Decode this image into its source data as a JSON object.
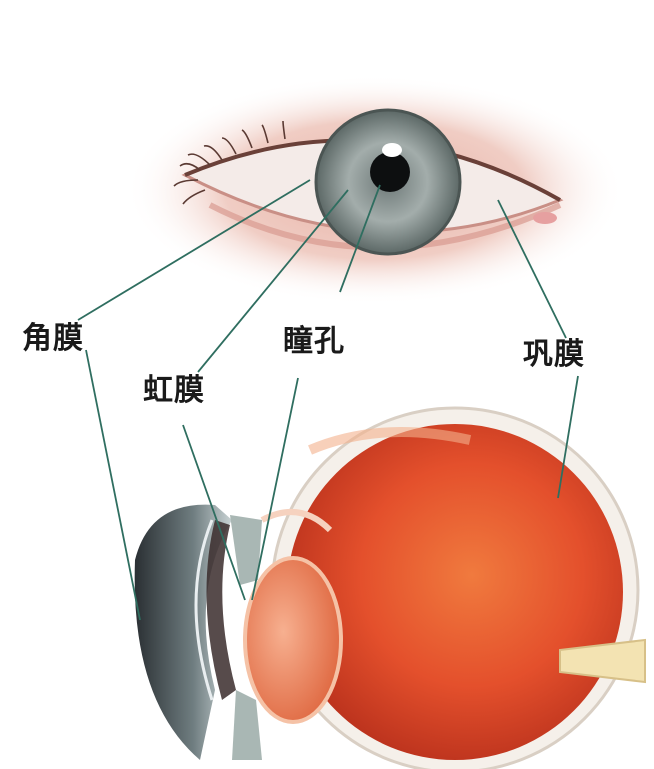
{
  "labels": {
    "cornea": "角膜",
    "iris": "虹膜",
    "pupil": "瞳孔",
    "sclera": "巩膜"
  },
  "colors": {
    "leader_line": "#2f6e60",
    "iris_gray": "#8e9a98",
    "globe_red": "#e0452a",
    "skin": "#e8b4a8"
  }
}
